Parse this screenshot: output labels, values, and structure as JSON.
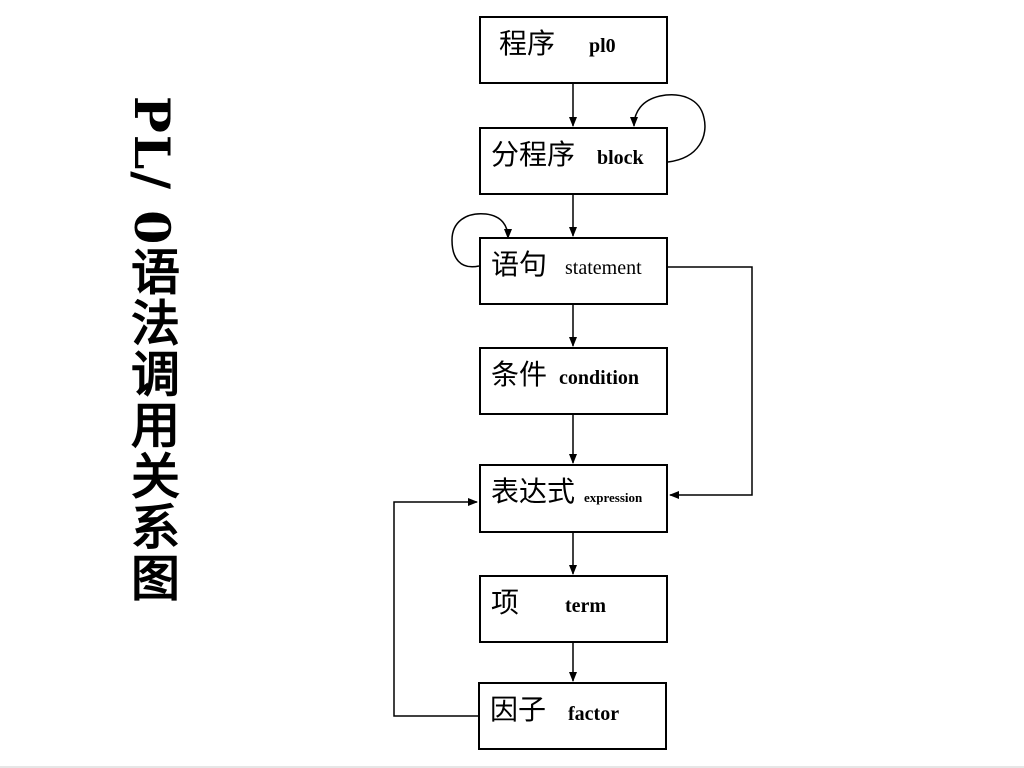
{
  "title": {
    "latin": "PL/ 0",
    "cjk": "语法调用关系图"
  },
  "nodes": {
    "program": {
      "cn": "程序",
      "en": "pl0"
    },
    "block": {
      "cn": "分程序",
      "en": "block"
    },
    "statement": {
      "cn": "语句",
      "en": "statement"
    },
    "condition": {
      "cn": "条件",
      "en": "condition"
    },
    "expression": {
      "cn": "表达式",
      "en": "expression"
    },
    "term": {
      "cn": "项",
      "en": "term"
    },
    "factor": {
      "cn": "因子",
      "en": "factor"
    }
  },
  "edges": [
    {
      "from": "program",
      "to": "block"
    },
    {
      "from": "block",
      "to": "block"
    },
    {
      "from": "block",
      "to": "statement"
    },
    {
      "from": "statement",
      "to": "statement"
    },
    {
      "from": "statement",
      "to": "condition"
    },
    {
      "from": "statement",
      "to": "expression"
    },
    {
      "from": "condition",
      "to": "expression"
    },
    {
      "from": "expression",
      "to": "term"
    },
    {
      "from": "term",
      "to": "factor"
    },
    {
      "from": "factor",
      "to": "expression"
    }
  ]
}
